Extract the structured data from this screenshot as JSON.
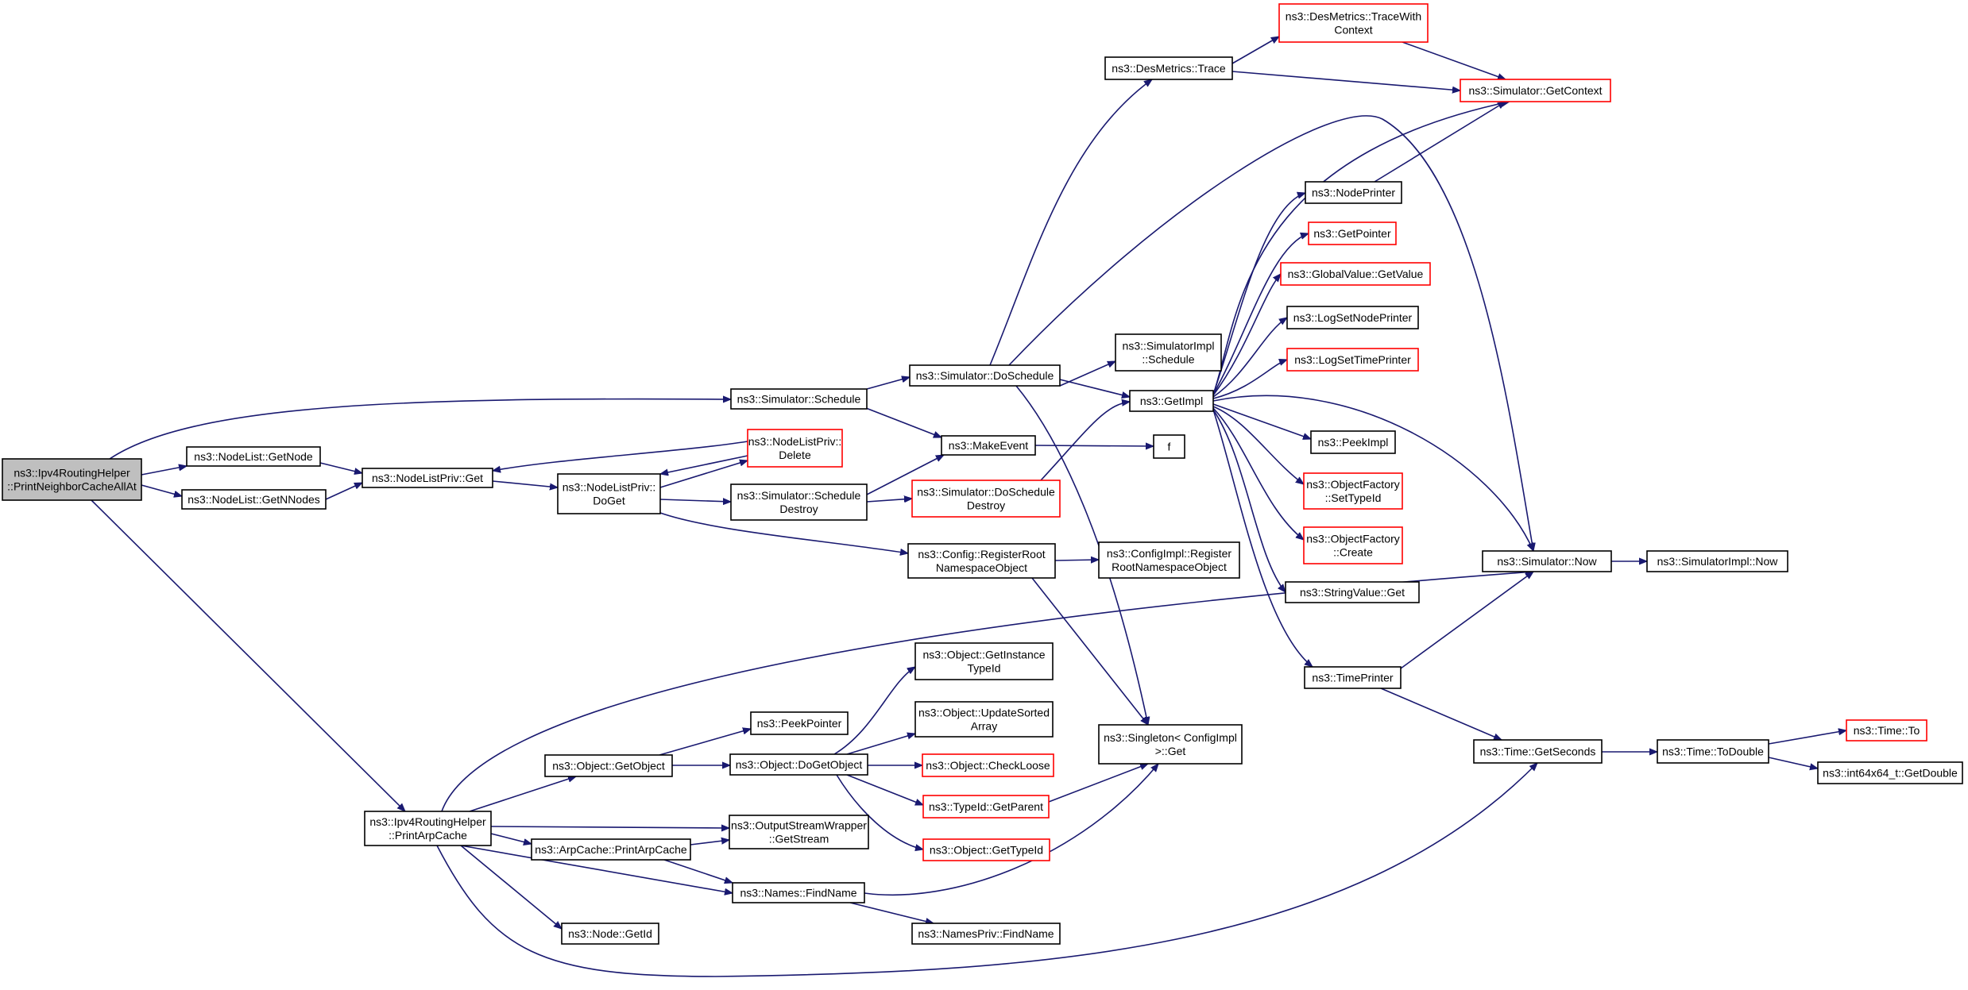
{
  "graph": {
    "colors": {
      "edge": "#191970",
      "border": "#000000",
      "truncated_border": "#ff0000",
      "root_fill": "#bfbfbf",
      "fill": "#ffffff"
    },
    "nodes": [
      {
        "id": "root",
        "lines": [
          "ns3::Ipv4RoutingHelper",
          "::PrintNeighborCacheAllAt"
        ],
        "style": "root"
      },
      {
        "id": "getnode",
        "lines": [
          "ns3::NodeList::GetNode"
        ],
        "style": "normal"
      },
      {
        "id": "getnnodes",
        "lines": [
          "ns3::NodeList::GetNNodes"
        ],
        "style": "normal"
      },
      {
        "id": "nlpget",
        "lines": [
          "ns3::NodeListPriv::Get"
        ],
        "style": "normal"
      },
      {
        "id": "nlpdoget",
        "lines": [
          "ns3::NodeListPriv::",
          "DoGet"
        ],
        "style": "normal"
      },
      {
        "id": "nlpdelete",
        "lines": [
          "ns3::NodeListPriv::",
          "Delete"
        ],
        "style": "truncated"
      },
      {
        "id": "simschedule",
        "lines": [
          "ns3::Simulator::Schedule"
        ],
        "style": "normal"
      },
      {
        "id": "simscheddestroy",
        "lines": [
          "ns3::Simulator::Schedule",
          "Destroy"
        ],
        "style": "normal"
      },
      {
        "id": "simdoschedule",
        "lines": [
          "ns3::Simulator::DoSchedule"
        ],
        "style": "normal"
      },
      {
        "id": "makeevent",
        "lines": [
          "ns3::MakeEvent"
        ],
        "style": "normal"
      },
      {
        "id": "simdoscheddestroy",
        "lines": [
          "ns3::Simulator::DoSchedule",
          "Destroy"
        ],
        "style": "truncated"
      },
      {
        "id": "cfgregister",
        "lines": [
          "ns3::Config::RegisterRoot",
          "NamespaceObject"
        ],
        "style": "normal"
      },
      {
        "id": "desmtrace",
        "lines": [
          "ns3::DesMetrics::Trace"
        ],
        "style": "normal"
      },
      {
        "id": "desmtracectx",
        "lines": [
          "ns3::DesMetrics::TraceWith",
          "Context"
        ],
        "style": "truncated"
      },
      {
        "id": "simimplsched",
        "lines": [
          "ns3::SimulatorImpl",
          "::Schedule"
        ],
        "style": "normal"
      },
      {
        "id": "getimpl",
        "lines": [
          "ns3::GetImpl"
        ],
        "style": "normal"
      },
      {
        "id": "f",
        "lines": [
          "f"
        ],
        "style": "normal"
      },
      {
        "id": "cfgimplregister",
        "lines": [
          "ns3::ConfigImpl::Register",
          "RootNamespaceObject"
        ],
        "style": "normal"
      },
      {
        "id": "singleton",
        "lines": [
          "ns3::Singleton< ConfigImpl",
          " >::Get"
        ],
        "style": "normal"
      },
      {
        "id": "simgetcontext",
        "lines": [
          "ns3::Simulator::GetContext"
        ],
        "style": "truncated"
      },
      {
        "id": "nodeprinter",
        "lines": [
          "ns3::NodePrinter"
        ],
        "style": "normal"
      },
      {
        "id": "getpointer",
        "lines": [
          "ns3::GetPointer"
        ],
        "style": "truncated"
      },
      {
        "id": "gvgetvalue",
        "lines": [
          "ns3::GlobalValue::GetValue"
        ],
        "style": "truncated"
      },
      {
        "id": "logsetnodeprinter",
        "lines": [
          "ns3::LogSetNodePrinter"
        ],
        "style": "normal"
      },
      {
        "id": "logsettimeprinter",
        "lines": [
          "ns3::LogSetTimePrinter"
        ],
        "style": "truncated"
      },
      {
        "id": "peekimpl",
        "lines": [
          "ns3::PeekImpl"
        ],
        "style": "normal"
      },
      {
        "id": "ofsettypeid",
        "lines": [
          "ns3::ObjectFactory",
          "::SetTypeId"
        ],
        "style": "truncated"
      },
      {
        "id": "ofcreate",
        "lines": [
          "ns3::ObjectFactory",
          "::Create"
        ],
        "style": "truncated"
      },
      {
        "id": "strvalget",
        "lines": [
          "ns3::StringValue::Get"
        ],
        "style": "normal"
      },
      {
        "id": "timeprinter",
        "lines": [
          "ns3::TimePrinter"
        ],
        "style": "normal"
      },
      {
        "id": "simnow",
        "lines": [
          "ns3::Simulator::Now"
        ],
        "style": "normal"
      },
      {
        "id": "simimplnow",
        "lines": [
          "ns3::SimulatorImpl::Now"
        ],
        "style": "normal"
      },
      {
        "id": "timegetseconds",
        "lines": [
          "ns3::Time::GetSeconds"
        ],
        "style": "normal"
      },
      {
        "id": "timetodouble",
        "lines": [
          "ns3::Time::ToDouble"
        ],
        "style": "normal"
      },
      {
        "id": "timeto",
        "lines": [
          "ns3::Time::To"
        ],
        "style": "truncated"
      },
      {
        "id": "int64getdouble",
        "lines": [
          "ns3::int64x64_t::GetDouble"
        ],
        "style": "normal"
      },
      {
        "id": "printarp",
        "lines": [
          "ns3::Ipv4RoutingHelper",
          "::PrintArpCache"
        ],
        "style": "normal"
      },
      {
        "id": "objgetobject",
        "lines": [
          "ns3::Object::GetObject"
        ],
        "style": "normal"
      },
      {
        "id": "peekpointer",
        "lines": [
          "ns3::PeekPointer"
        ],
        "style": "normal"
      },
      {
        "id": "objdogetobject",
        "lines": [
          "ns3::Object::DoGetObject"
        ],
        "style": "normal"
      },
      {
        "id": "objgetinstance",
        "lines": [
          "ns3::Object::GetInstance",
          "TypeId"
        ],
        "style": "normal"
      },
      {
        "id": "objupdatesorted",
        "lines": [
          "ns3::Object::UpdateSorted",
          "Array"
        ],
        "style": "normal"
      },
      {
        "id": "objcheckloose",
        "lines": [
          "ns3::Object::CheckLoose"
        ],
        "style": "truncated"
      },
      {
        "id": "typeidgetparent",
        "lines": [
          "ns3::TypeId::GetParent"
        ],
        "style": "truncated"
      },
      {
        "id": "objgettypeid",
        "lines": [
          "ns3::Object::GetTypeId"
        ],
        "style": "truncated"
      },
      {
        "id": "osgetstream",
        "lines": [
          "ns3::OutputStreamWrapper",
          "::GetStream"
        ],
        "style": "normal"
      },
      {
        "id": "arpprint",
        "lines": [
          "ns3::ArpCache::PrintArpCache"
        ],
        "style": "normal"
      },
      {
        "id": "namesfind",
        "lines": [
          "ns3::Names::FindName"
        ],
        "style": "normal"
      },
      {
        "id": "nodegetid",
        "lines": [
          "ns3::Node::GetId"
        ],
        "style": "normal"
      },
      {
        "id": "namesprivfind",
        "lines": [
          "ns3::NamesPriv::FindName"
        ],
        "style": "normal"
      }
    ]
  }
}
